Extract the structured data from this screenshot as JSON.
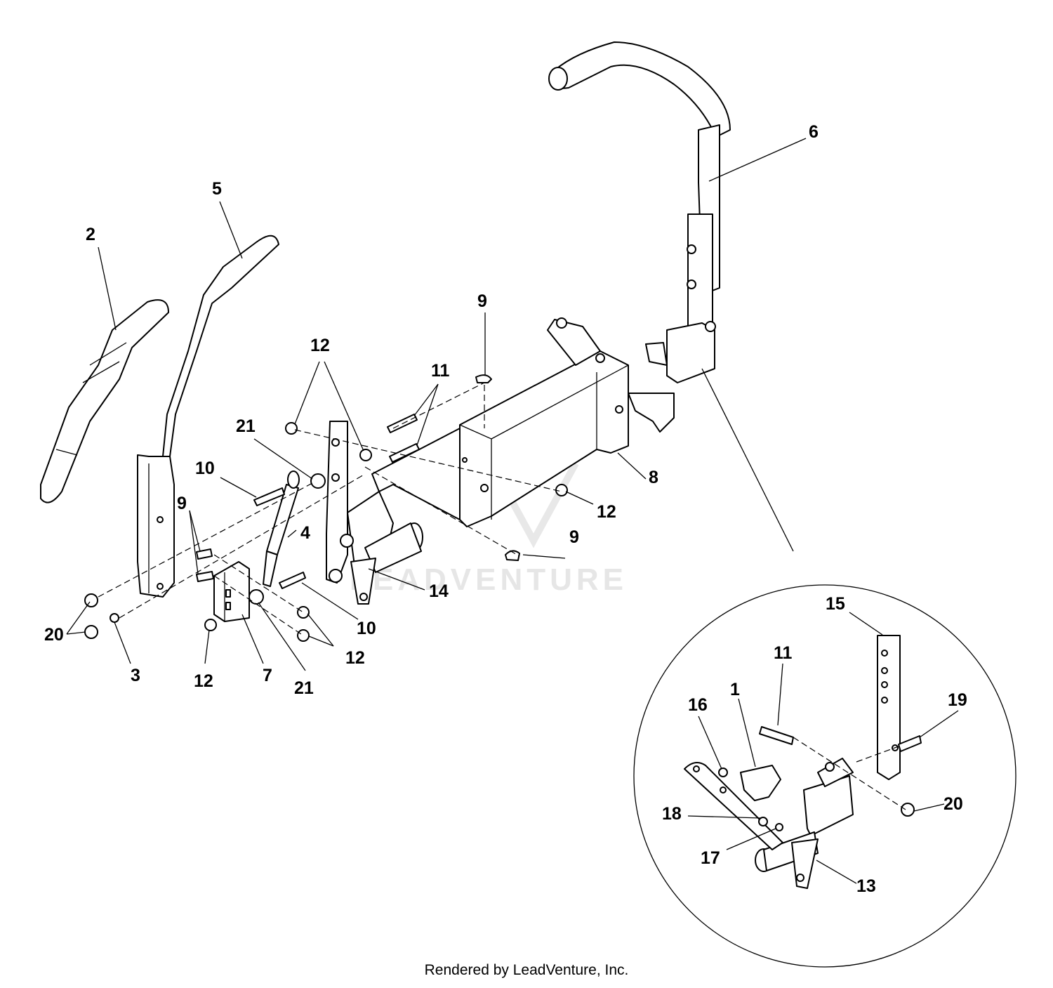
{
  "watermark": {
    "text": "LEADVENTURE"
  },
  "footer": {
    "text": "Rendered by LeadVenture, Inc."
  },
  "callouts": {
    "c1": "1",
    "c2": "2",
    "c3": "3",
    "c4": "4",
    "c5": "5",
    "c6": "6",
    "c7": "7",
    "c8": "8",
    "c9_upper": "9",
    "c9_left": "9",
    "c9_right": "9",
    "c10_left": "10",
    "c10_lower": "10",
    "c11_top": "11",
    "c11_detail": "11",
    "c12_top": "12",
    "c12_right": "12",
    "c12_lower_right": "12",
    "c12_lower_left": "12",
    "c13": "13",
    "c14": "14",
    "c15": "15",
    "c16": "16",
    "c17": "17",
    "c18": "18",
    "c19": "19",
    "c20_left": "20",
    "c20_detail": "20",
    "c21_upper": "21",
    "c21_lower": "21"
  }
}
